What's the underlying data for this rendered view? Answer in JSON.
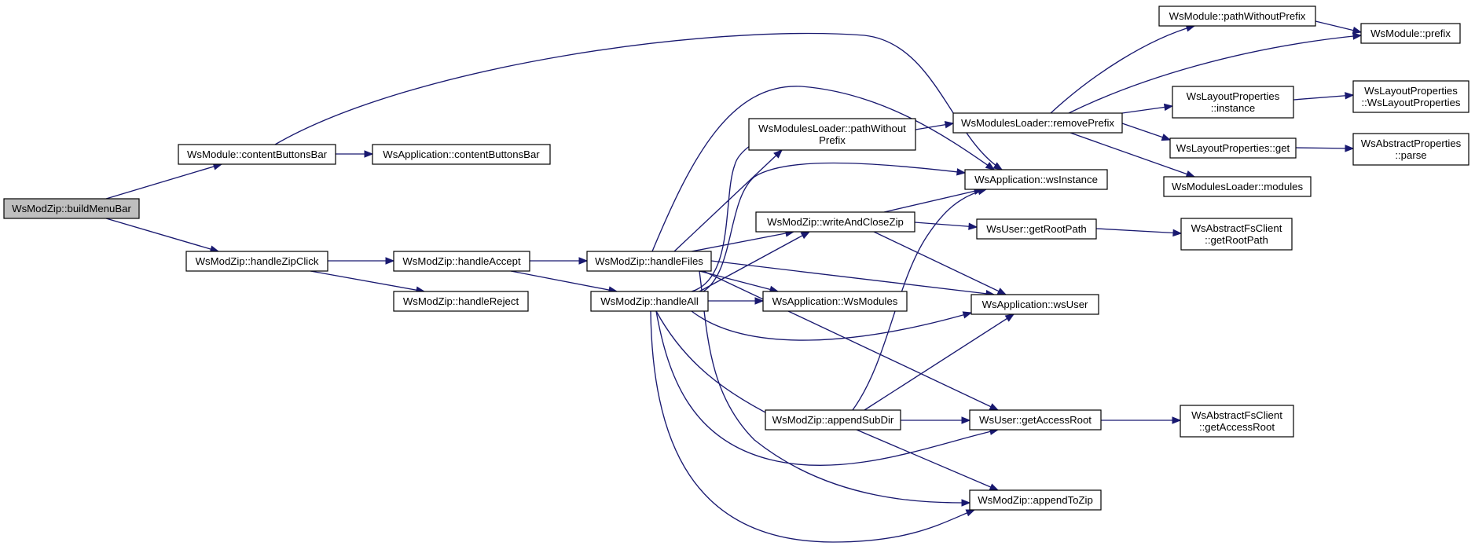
{
  "diagram": {
    "type": "call-graph",
    "edge_color": "#191970",
    "root_fill": "#bfbfbf",
    "node_fill": "#ffffff",
    "nodes": [
      {
        "id": "buildMenuBar",
        "lines": [
          "WsModZip::buildMenuBar"
        ],
        "root": true
      },
      {
        "id": "contentButtonsBarMod",
        "lines": [
          "WsModule::contentButtonsBar"
        ]
      },
      {
        "id": "contentButtonsBarApp",
        "lines": [
          "WsApplication::contentButtonsBar"
        ]
      },
      {
        "id": "handleZipClick",
        "lines": [
          "WsModZip::handleZipClick"
        ]
      },
      {
        "id": "handleAccept",
        "lines": [
          "WsModZip::handleAccept"
        ]
      },
      {
        "id": "handleReject",
        "lines": [
          "WsModZip::handleReject"
        ]
      },
      {
        "id": "handleFiles",
        "lines": [
          "WsModZip::handleFiles"
        ]
      },
      {
        "id": "handleAll",
        "lines": [
          "WsModZip::handleAll"
        ]
      },
      {
        "id": "pathWithoutPrefixLoader",
        "lines": [
          "WsModulesLoader::pathWithout",
          "Prefix"
        ]
      },
      {
        "id": "writeAndCloseZip",
        "lines": [
          "WsModZip::writeAndCloseZip"
        ]
      },
      {
        "id": "wsModules",
        "lines": [
          "WsApplication::WsModules"
        ]
      },
      {
        "id": "appendSubDir",
        "lines": [
          "WsModZip::appendSubDir"
        ]
      },
      {
        "id": "removePrefix",
        "lines": [
          "WsModulesLoader::removePrefix"
        ]
      },
      {
        "id": "wsInstance",
        "lines": [
          "WsApplication::wsInstance"
        ]
      },
      {
        "id": "getRootPathUser",
        "lines": [
          "WsUser::getRootPath"
        ]
      },
      {
        "id": "wsUser",
        "lines": [
          "WsApplication::wsUser"
        ]
      },
      {
        "id": "getAccessRootUser",
        "lines": [
          "WsUser::getAccessRoot"
        ]
      },
      {
        "id": "appendToZip",
        "lines": [
          "WsModZip::appendToZip"
        ]
      },
      {
        "id": "pathWithoutPrefixModule",
        "lines": [
          "WsModule::pathWithoutPrefix"
        ]
      },
      {
        "id": "layoutInstance",
        "lines": [
          "WsLayoutProperties",
          "::instance"
        ]
      },
      {
        "id": "layoutGet",
        "lines": [
          "WsLayoutProperties::get"
        ]
      },
      {
        "id": "modulesLoaderModules",
        "lines": [
          "WsModulesLoader::modules"
        ]
      },
      {
        "id": "getRootPathClient",
        "lines": [
          "WsAbstractFsClient",
          "::getRootPath"
        ]
      },
      {
        "id": "getAccessRootClient",
        "lines": [
          "WsAbstractFsClient",
          "::getAccessRoot"
        ]
      },
      {
        "id": "modulePrefix",
        "lines": [
          "WsModule::prefix"
        ]
      },
      {
        "id": "layoutCtor",
        "lines": [
          "WsLayoutProperties",
          "::WsLayoutProperties"
        ]
      },
      {
        "id": "abstractParse",
        "lines": [
          "WsAbstractProperties",
          "::parse"
        ]
      }
    ],
    "edges": [
      [
        "buildMenuBar",
        "contentButtonsBarMod"
      ],
      [
        "buildMenuBar",
        "handleZipClick"
      ],
      [
        "contentButtonsBarMod",
        "contentButtonsBarApp"
      ],
      [
        "contentButtonsBarMod",
        "wsInstance"
      ],
      [
        "handleZipClick",
        "handleAccept"
      ],
      [
        "handleZipClick",
        "handleReject"
      ],
      [
        "handleAccept",
        "handleFiles"
      ],
      [
        "handleAccept",
        "handleAll"
      ],
      [
        "handleFiles",
        "pathWithoutPrefixLoader"
      ],
      [
        "handleFiles",
        "wsInstance"
      ],
      [
        "handleFiles",
        "writeAndCloseZip"
      ],
      [
        "handleFiles",
        "wsModules"
      ],
      [
        "handleFiles",
        "wsUser"
      ],
      [
        "handleFiles",
        "getAccessRootUser"
      ],
      [
        "handleFiles",
        "appendToZip"
      ],
      [
        "handleAll",
        "pathWithoutPrefixLoader"
      ],
      [
        "handleAll",
        "wsInstance"
      ],
      [
        "handleAll",
        "writeAndCloseZip"
      ],
      [
        "handleAll",
        "wsModules"
      ],
      [
        "handleAll",
        "wsUser"
      ],
      [
        "handleAll",
        "appendSubDir"
      ],
      [
        "handleAll",
        "getAccessRootUser"
      ],
      [
        "handleAll",
        "appendToZip"
      ],
      [
        "pathWithoutPrefixLoader",
        "removePrefix"
      ],
      [
        "writeAndCloseZip",
        "wsInstance"
      ],
      [
        "writeAndCloseZip",
        "getRootPathUser"
      ],
      [
        "writeAndCloseZip",
        "wsUser"
      ],
      [
        "appendSubDir",
        "wsInstance"
      ],
      [
        "appendSubDir",
        "wsUser"
      ],
      [
        "appendSubDir",
        "getAccessRootUser"
      ],
      [
        "appendSubDir",
        "appendToZip"
      ],
      [
        "removePrefix",
        "pathWithoutPrefixModule"
      ],
      [
        "removePrefix",
        "modulePrefix"
      ],
      [
        "removePrefix",
        "layoutInstance"
      ],
      [
        "removePrefix",
        "layoutGet"
      ],
      [
        "removePrefix",
        "modulesLoaderModules"
      ],
      [
        "pathWithoutPrefixModule",
        "modulePrefix"
      ],
      [
        "layoutInstance",
        "layoutCtor"
      ],
      [
        "layoutGet",
        "abstractParse"
      ],
      [
        "getRootPathUser",
        "getRootPathClient"
      ],
      [
        "getAccessRootUser",
        "getAccessRootClient"
      ]
    ]
  }
}
